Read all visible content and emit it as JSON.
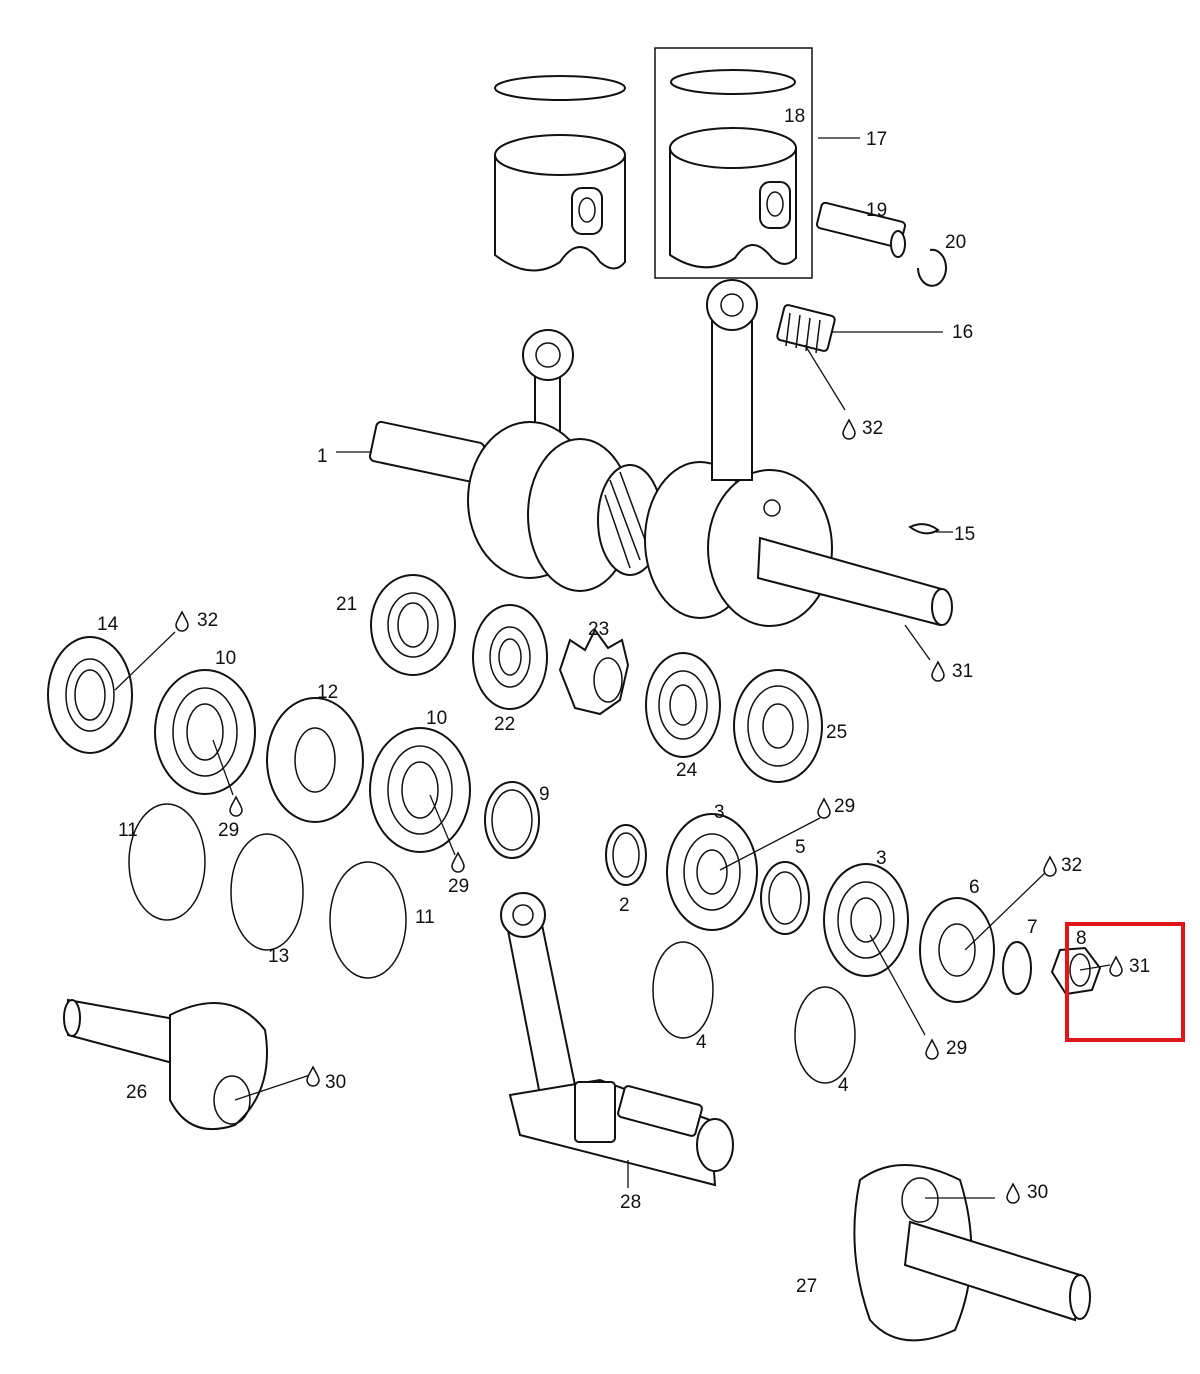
{
  "colors": {
    "line": "#111111",
    "background": "#ffffff",
    "highlight": "#e0161b"
  },
  "labels": {
    "p1": "1",
    "p2": "2",
    "p3a": "3",
    "p3b": "3",
    "p4a": "4",
    "p4b": "4",
    "p5": "5",
    "p6": "6",
    "p7": "7",
    "p8": "8",
    "p9": "9",
    "p10a": "10",
    "p10b": "10",
    "p11a": "11",
    "p11b": "11",
    "p12": "12",
    "p13": "13",
    "p14": "14",
    "p15": "15",
    "p16": "16",
    "p17": "17",
    "p18": "18",
    "p19": "19",
    "p20": "20",
    "p21": "21",
    "p22": "22",
    "p23": "23",
    "p24": "24",
    "p25": "25",
    "p26": "26",
    "p27": "27",
    "p28": "28",
    "p29a": "29",
    "p29b": "29",
    "p29c": "29",
    "p29d": "29",
    "p30a": "30",
    "p30b": "30",
    "p31a": "31",
    "p31b": "31",
    "p32a": "32",
    "p32b": "32",
    "p32c": "32"
  },
  "icons": {
    "lubricant": "oil-drop-icon"
  }
}
